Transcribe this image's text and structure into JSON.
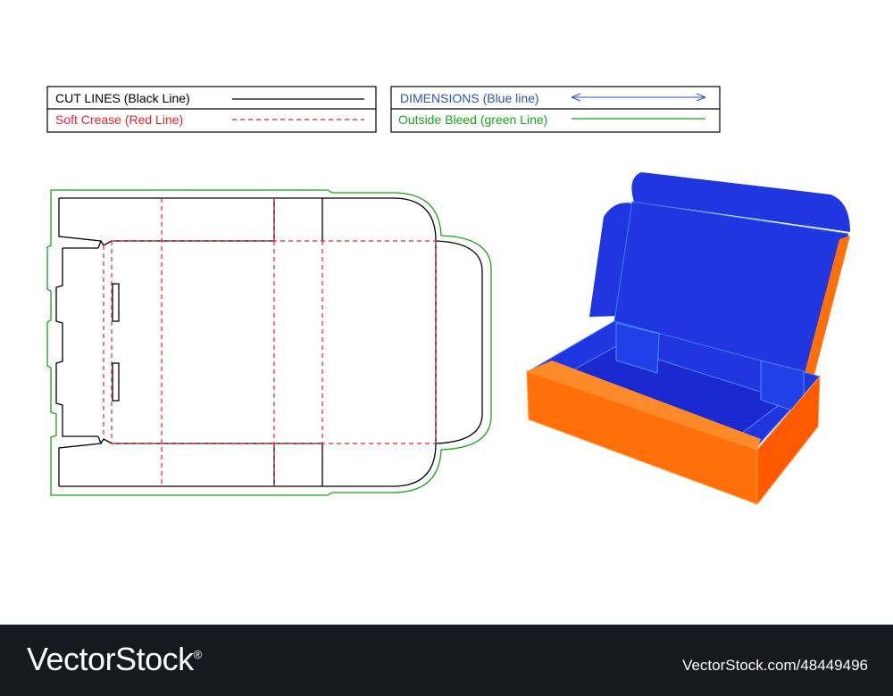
{
  "legend": {
    "cut_lines": "CUT LINES (Black Line)",
    "soft_crease": "Soft Crease (Red Line)",
    "dimensions": "DIMENSIONS (Blue line)",
    "outside_bleed": "Outside Bleed (green Line)"
  },
  "colors": {
    "cut": "#000000",
    "crease": "#e8232b",
    "dimension": "#2a55b5",
    "bleed": "#1aa51a",
    "box_outer": "#ff6f0a",
    "box_inner": "#1f36e0"
  },
  "footer": {
    "brand": "VectorStock",
    "registered": "®",
    "credit": "VectorStock.com/48449496"
  }
}
